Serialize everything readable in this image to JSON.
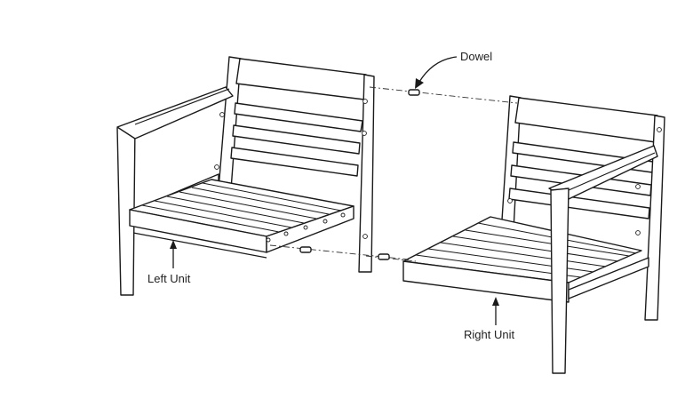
{
  "labels": {
    "dowel": "Dowel",
    "left_unit": "Left Unit",
    "right_unit": "Right Unit"
  },
  "colors": {
    "line": "#1a1a1a",
    "background": "#ffffff",
    "text": "#222222"
  }
}
